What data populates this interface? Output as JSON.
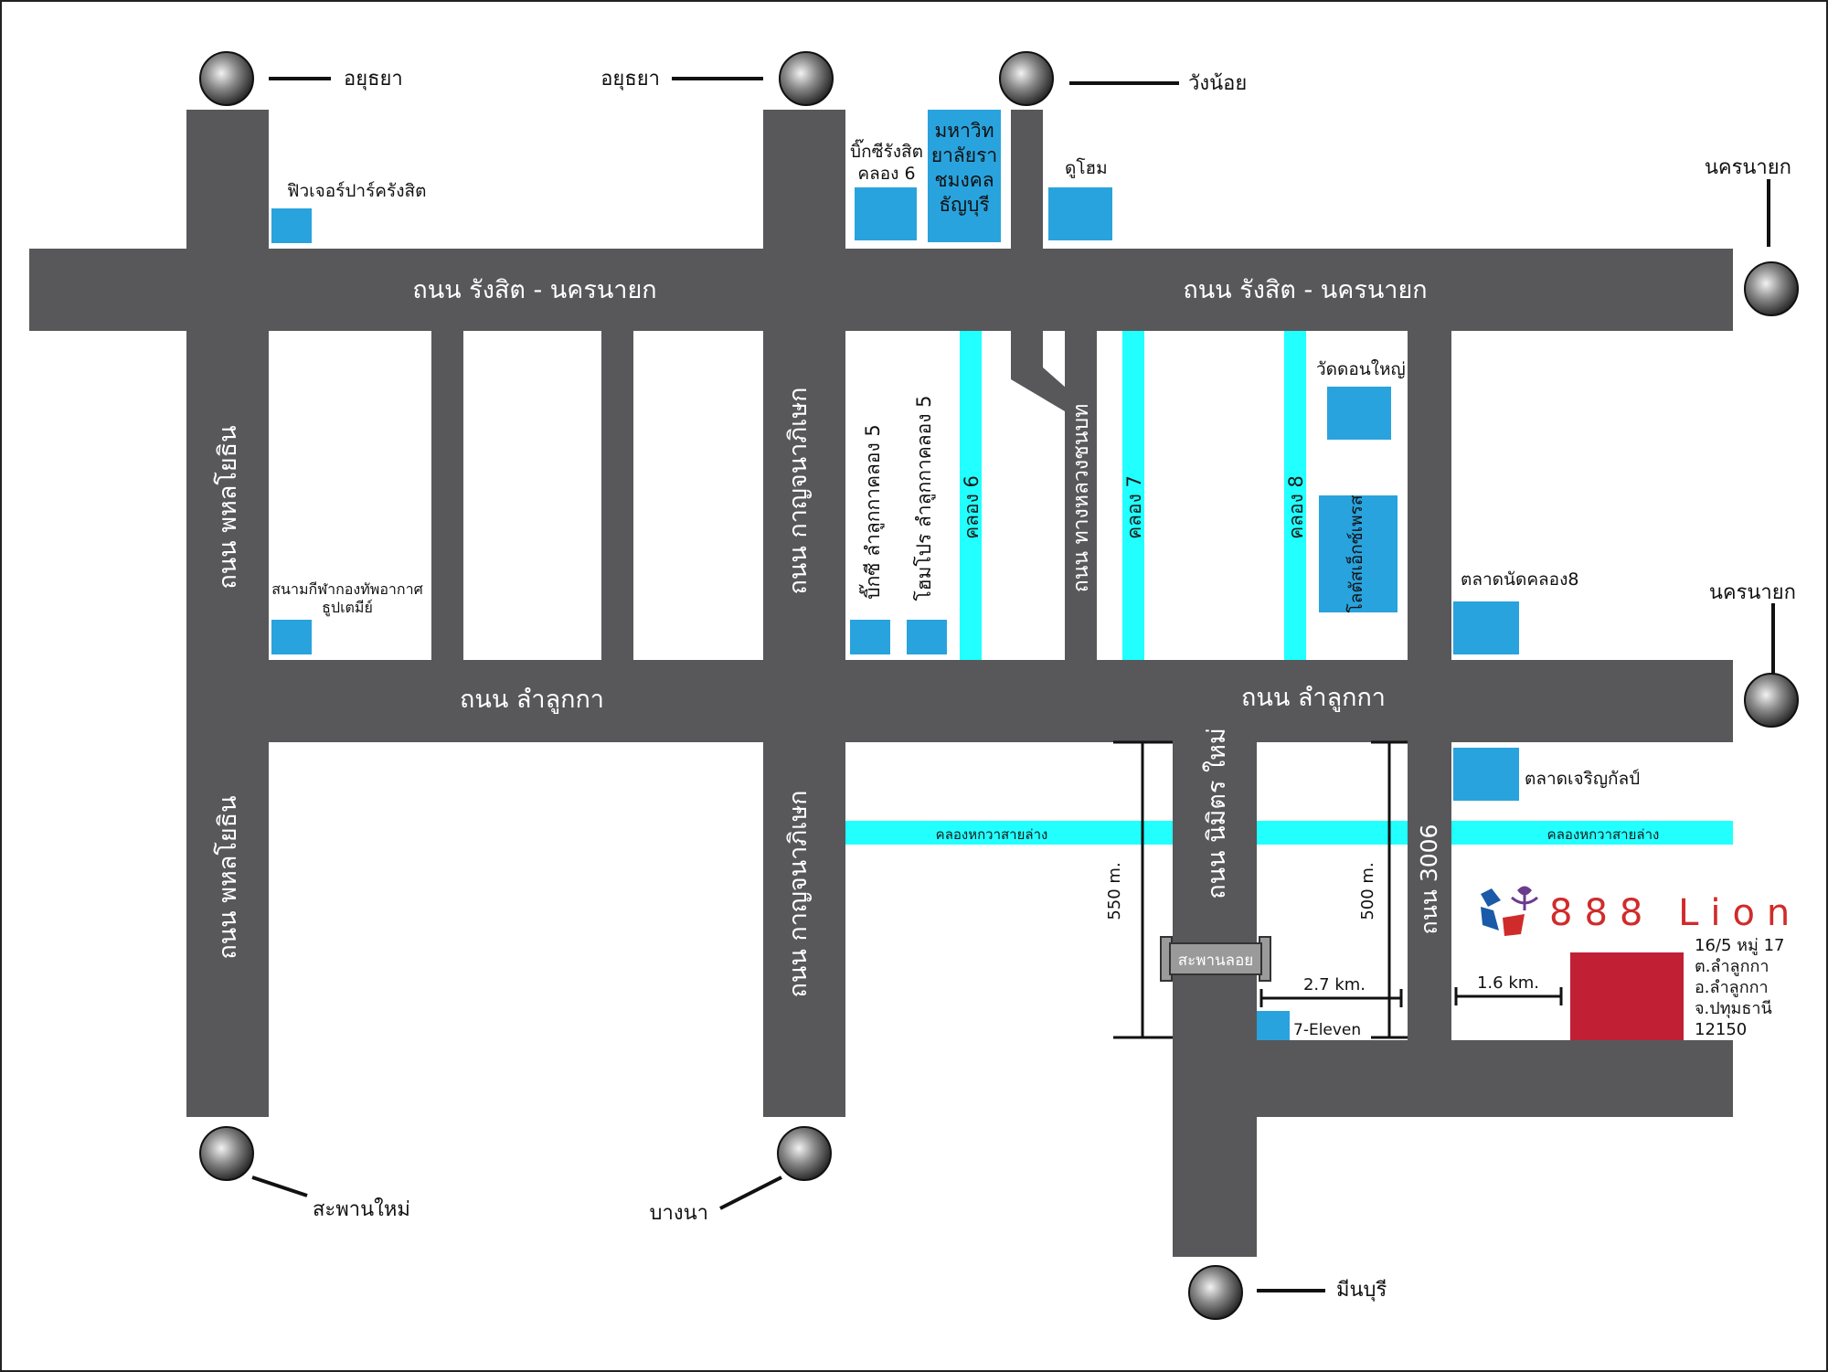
{
  "colors": {
    "road": "#58585a",
    "canal": "#22ffff",
    "place": "#29a3dd",
    "destination": "#c11f34",
    "brand_text": "#d02b2b",
    "brand_blue": "#1b5aa8",
    "brand_purple": "#6b3b8f",
    "bridge": "#9a9a9a"
  },
  "roads": {
    "rangsit_nakhonnayok_west": "ถนน รังสิต - นครนายก",
    "rangsit_nakhonnayok_east": "ถนน รังสิต - นครนายก",
    "lamlukka_west": "ถนน ลำลูกกา",
    "lamlukka_east": "ถนน ลำลูกกา",
    "phahonyothin_north": "ถนน พหลโยธิน",
    "phahonyothin_south": "ถนน พหลโยธิน",
    "kanchanaphisek_north": "ถนน กาญจนาภิเษก",
    "kanchanaphisek_south": "ถนน กาญจนาภิเษก",
    "highway": "ถนน ทางหลวงชนบท",
    "nimit_mai": "ถนน นิมิตร ใหม่",
    "road_3006": "ถนน 3006"
  },
  "canals": {
    "khlong6": "คลอง 6",
    "khlong7": "คลอง 7",
    "khlong8": "คลอง 8",
    "hakwa_west": "คลองหกวาสายล่าง",
    "hakwa_east": "คลองหกวาสายล่าง"
  },
  "places": {
    "future_park": "ฟิวเจอร์ปาร์ครังสิต",
    "bigc_rangsit": [
      "บิ๊กซีรังสิต",
      "คลอง 6"
    ],
    "rmutt": [
      "มหาวิท",
      "ยาลัยรา",
      "ชมงคล",
      "ธัญบุรี"
    ],
    "dohome": "ดูโฮม",
    "wat_don_yai": "วัดดอนใหญ่",
    "lotus_express": "โลตัสเอ็กซ์เพรส",
    "talat_khlong8": "ตลาดนัดคลอง8",
    "stadium": [
      "สนามกีฬากองทัพอากาศ",
      "ธูปเตมีย์"
    ],
    "bigc_lamlukka": "บิ๊กซี ลำลูกกาคลอง 5",
    "homepro": "โฮมโปร ลำลูกกาคลอง 5",
    "talat_charoen": "ตลาดเจริญกัลป์",
    "seven_eleven": "7-Eleven",
    "bridge": "สะพานลอย"
  },
  "directions": {
    "ayutthaya_1": "อยุธยา",
    "ayutthaya_2": "อยุธยา",
    "wang_noi": "วังน้อย",
    "nakhonnayok_1": "นครนายก",
    "nakhonnayok_2": "นครนายก",
    "saphan_mai": "สะพานใหม่",
    "bang_na": "บางนา",
    "min_buri": "มีนบุรี"
  },
  "distances": {
    "d550": "550 m.",
    "d500": "500 m.",
    "d27": "2.7 km.",
    "d16": "1.6 km."
  },
  "destination": {
    "brand": "888 Lion",
    "address": [
      "16/5 หมู่ 17",
      "ต.ลำลูกกา",
      "อ.ลำลูกกา",
      "จ.ปทุมธานี",
      "12150"
    ]
  }
}
